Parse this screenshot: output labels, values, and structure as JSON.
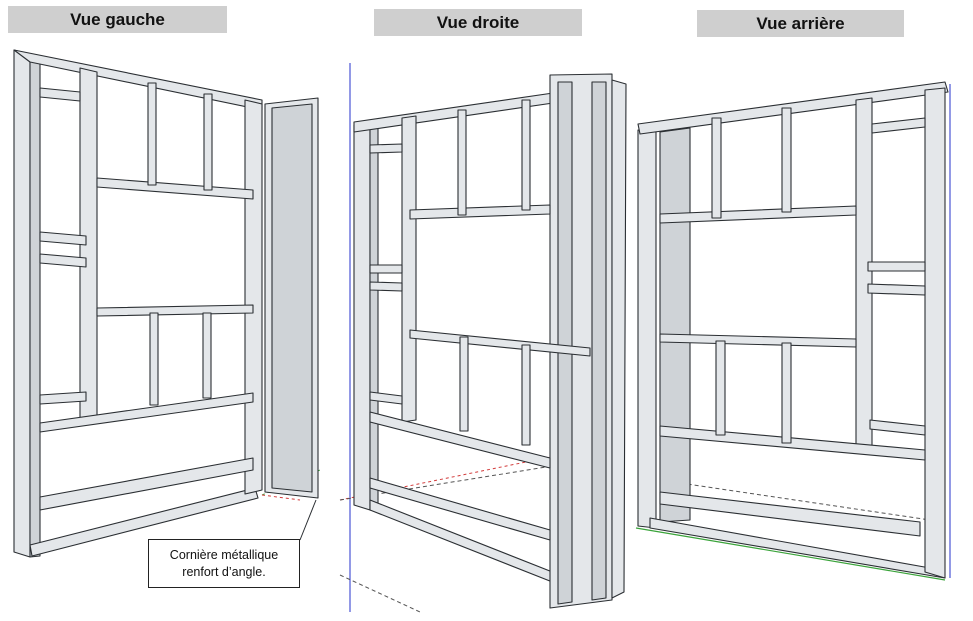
{
  "views": {
    "left": {
      "title": "Vue gauche"
    },
    "middle": {
      "title": "Vue droite"
    },
    "right": {
      "title": "Vue arrière"
    }
  },
  "callout": {
    "line1": "Cornière métallique",
    "line2": "renfort d’angle."
  },
  "colors": {
    "profile_fill": "#e4e7ea",
    "profile_edge": "#2b2f33",
    "axis_red": "#d23b3b",
    "axis_green": "#3aa33a",
    "axis_blue": "#4a55d6"
  }
}
